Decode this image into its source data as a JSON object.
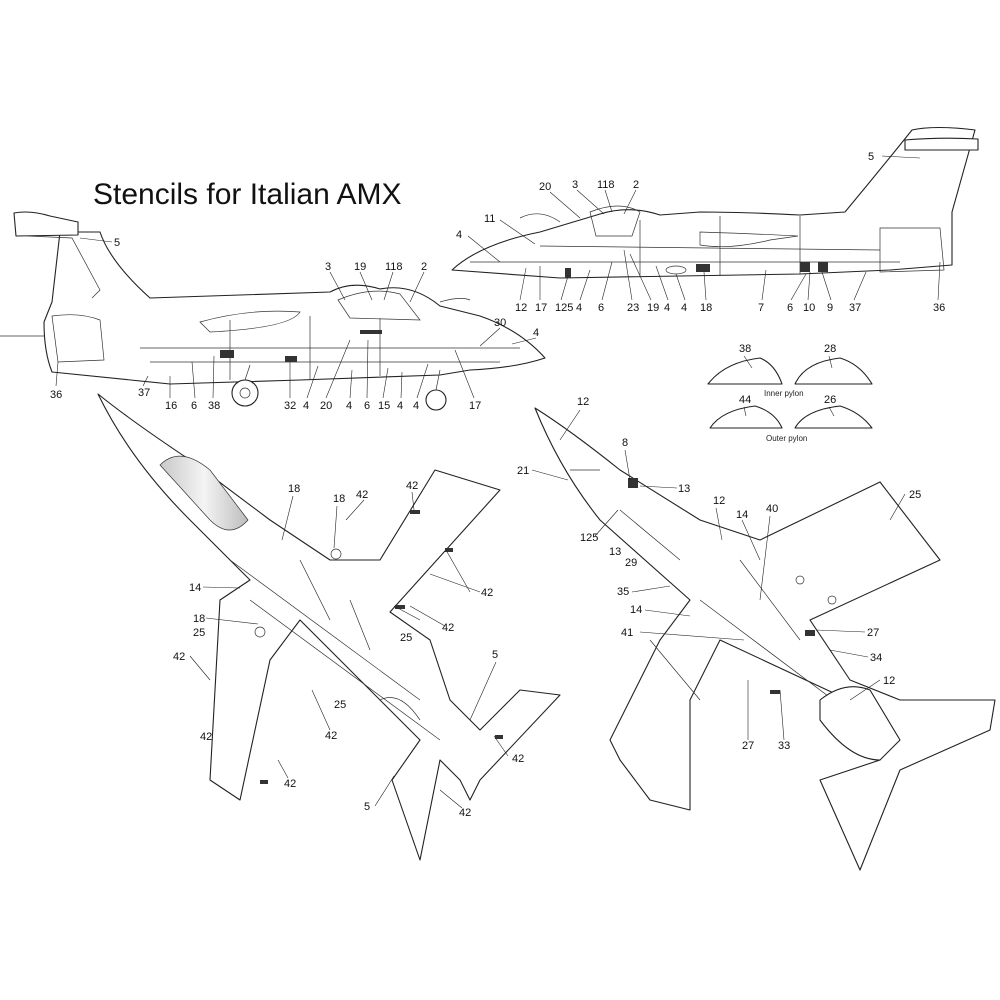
{
  "title": "Stencils for Italian AMX",
  "colors": {
    "line": "#222222",
    "canopy_blister": "#f2c7aa",
    "paper": "#ffffff"
  },
  "pylons": {
    "inner_caption": "Inner pylon",
    "outer_caption": "Outer pylon"
  },
  "labels": {
    "port": [
      "5",
      "3",
      "19",
      "118",
      "2",
      "30",
      "4",
      "36",
      "37",
      "16",
      "6",
      "38",
      "32",
      "4",
      "20",
      "4",
      "6",
      "15",
      "4",
      "4",
      "17"
    ],
    "starboard": [
      "5",
      "20",
      "3",
      "118",
      "2",
      "11",
      "4",
      "12",
      "17",
      "125",
      "4",
      "6",
      "23",
      "19",
      "4",
      "4",
      "18",
      "7",
      "6",
      "10",
      "9",
      "37",
      "36"
    ],
    "pylon": [
      "38",
      "28",
      "44",
      "26"
    ],
    "top_view": [
      "18",
      "18",
      "42",
      "42",
      "14",
      "42",
      "18",
      "25",
      "25",
      "42",
      "42",
      "42",
      "25",
      "42",
      "42",
      "5",
      "42",
      "5",
      "42"
    ],
    "bottom_view": [
      "12",
      "8",
      "21",
      "13",
      "125",
      "13",
      "29",
      "12",
      "14",
      "40",
      "25",
      "35",
      "14",
      "41",
      "27",
      "34",
      "12",
      "27",
      "33"
    ]
  }
}
